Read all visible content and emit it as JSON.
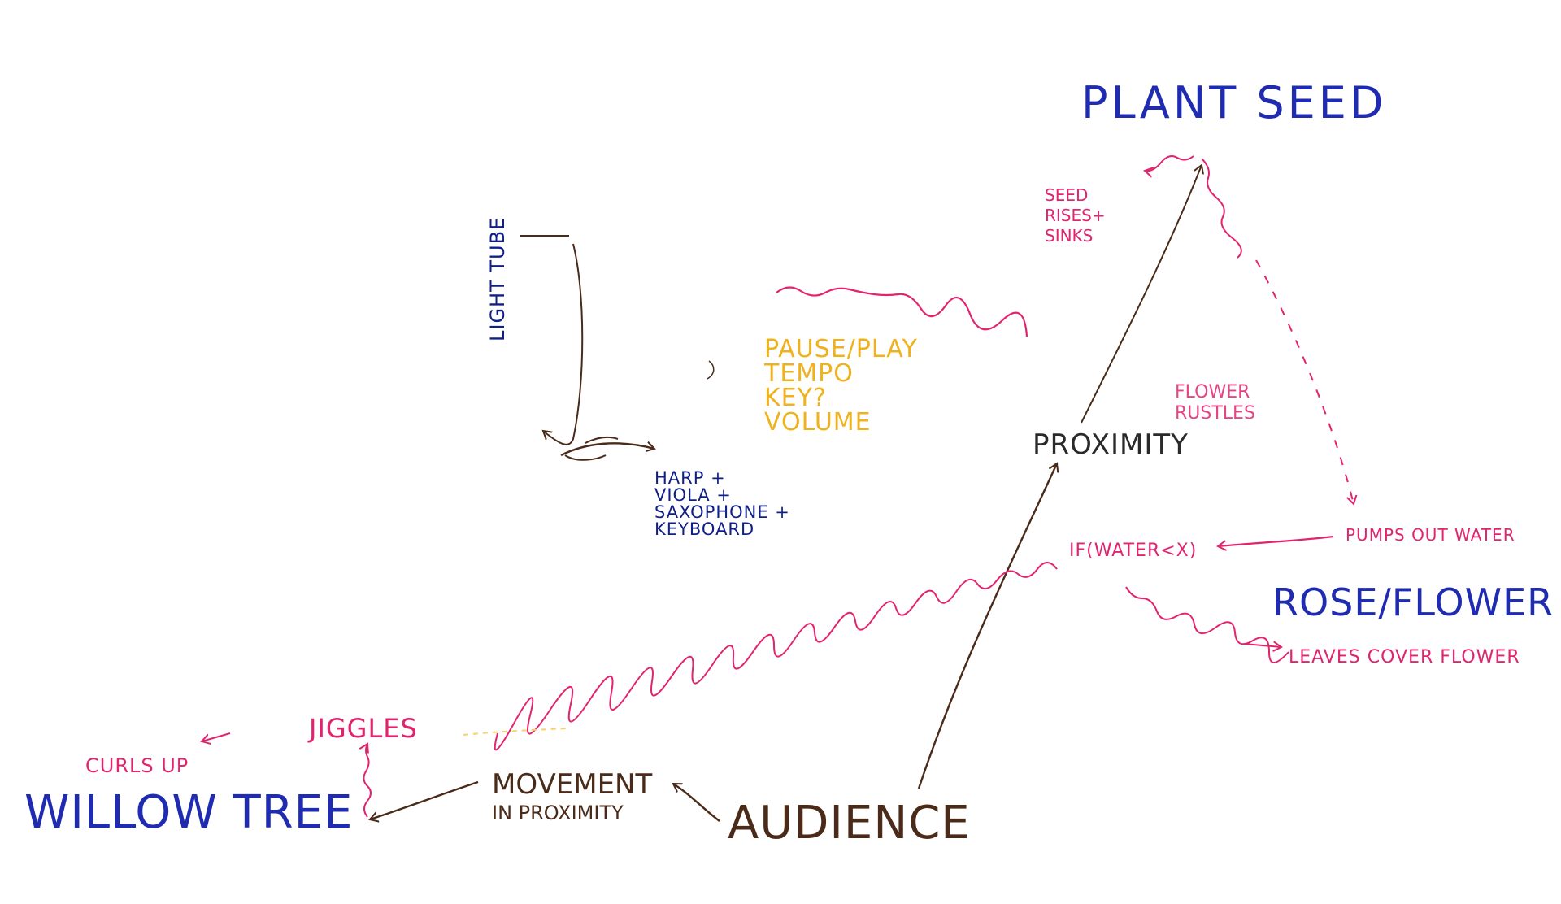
{
  "colors": {
    "blue": "#1f2bb0",
    "pink": "#e2246f",
    "brown": "#4a2b1a",
    "yellow": "#f0b21c",
    "navy": "#0f1f86"
  },
  "nodes": {
    "plant_seed": "PLANT SEED",
    "seed_action_lines": [
      "SEED",
      "RISES+",
      "SINKS"
    ],
    "light_tube": "LIGHT TUBE",
    "instrument_controls": [
      "PAUSE/PLAY",
      "TEMPO",
      "KEY?",
      "VOLUME"
    ],
    "instruments": [
      "HARP +",
      "VIOLA +",
      "SAXOPHONE +",
      "KEYBOARD"
    ],
    "proximity": "PROXIMITY",
    "flower_rustles_lines": [
      "FLOWER",
      "RUSTLES"
    ],
    "pumps_out_water": "PUMPS OUT WATER",
    "condition": "IF(WATER<X)",
    "rose_flower": "ROSE/FLOWER",
    "leaves_cover_flower": "LEAVES COVER FLOWER",
    "jiggles": "JIGGLES",
    "curls_up": "CURLS UP",
    "willow_tree": "WILLOW TREE",
    "movement_lines": [
      "MOVEMENT",
      "IN PROXIMITY"
    ],
    "audience": "AUDIENCE"
  }
}
